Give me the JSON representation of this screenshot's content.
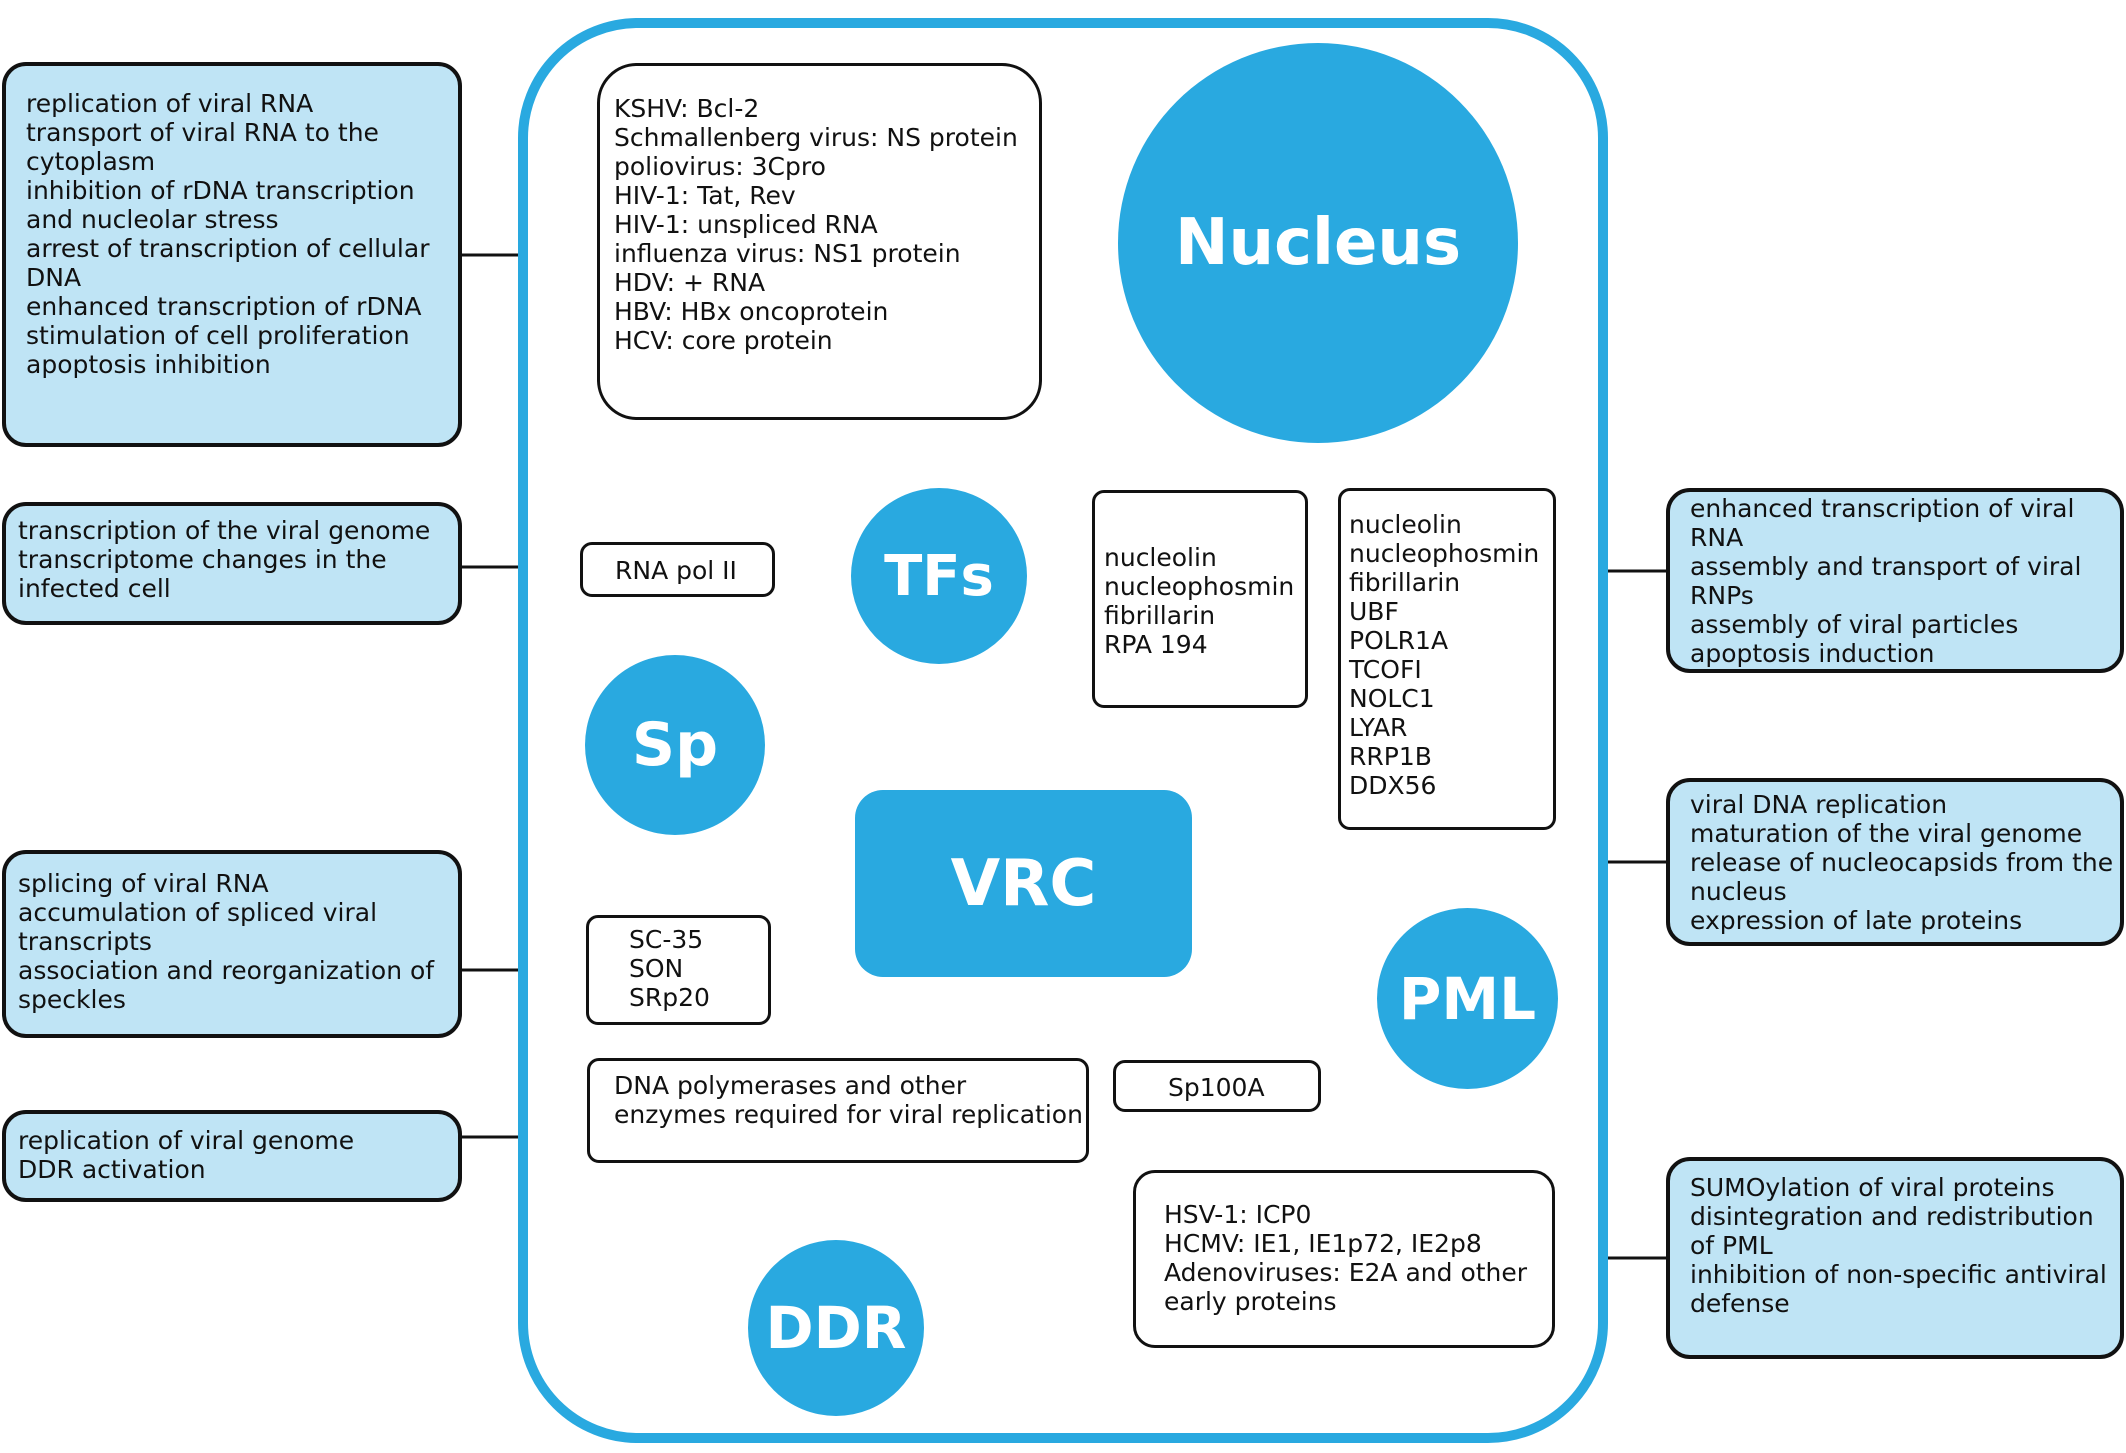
{
  "circles": {
    "nucleus": "Nucleus",
    "tfs": "TFs",
    "sp": "Sp",
    "pml": "PML",
    "ddr": "DDR"
  },
  "vrc": "VRC",
  "boxes": {
    "viral_factors": [
      "KSHV: Bcl-2",
      "Schmallenberg virus: NS protein",
      "poliovirus: 3Cpro",
      "HIV-1: Tat, Rev",
      "HIV-1: unspliced RNA",
      "influenza virus: NS1 protein",
      "HDV: + RNA",
      "HBV: HBx oncoprotein",
      "HCV: core protein"
    ],
    "rna_pol": "RNA pol II",
    "nucleolar_short": [
      "nucleolin",
      "nucleophosmin",
      "fibrillarin",
      "RPA 194"
    ],
    "nucleolar_long": [
      "nucleolin",
      "nucleophosmin",
      "fibrillarin",
      "UBF",
      "POLR1A",
      "TCOFI",
      "NOLC1",
      "LYAR",
      "RRP1B",
      "DDX56"
    ],
    "speckle_proteins": [
      "SC-35",
      "SON",
      "SRp20"
    ],
    "dna_pol": [
      "DNA polymerases and other",
      "enzymes required for viral replication"
    ],
    "sp100a": "Sp100A",
    "pml_viral": [
      "HSV-1: ICP0",
      "HCMV: IE1, IE1p72, IE2p8",
      "Adenoviruses: E2A and other",
      "early proteins"
    ]
  },
  "functions": {
    "left_1": [
      "replication of viral RNA",
      "transport of viral RNA to the",
      "cytoplasm",
      "inhibition of rDNA transcription",
      "and nucleolar stress",
      "arrest of transcription of cellular",
      "DNA",
      "enhanced transcription of rDNA",
      "stimulation of cell proliferation",
      "apoptosis inhibition"
    ],
    "left_2": [
      "transcription of the viral genome",
      "transcriptome changes in the",
      "infected cell"
    ],
    "left_3": [
      "splicing of viral RNA",
      "accumulation of spliced viral",
      "transcripts",
      "association and reorganization of",
      "speckles"
    ],
    "left_4": [
      "replication of viral genome",
      "DDR activation"
    ],
    "right_1": [
      "enhanced transcription of viral",
      "RNA",
      "assembly and transport of viral",
      "RNPs",
      "assembly of viral particles",
      "apoptosis induction"
    ],
    "right_2": [
      "viral DNA replication",
      "maturation of the viral genome",
      "release of nucleocapsids from the",
      "nucleus",
      "expression of late proteins"
    ],
    "right_3": [
      "SUMOylation of viral proteins",
      "disintegration and redistribution",
      "of PML",
      "inhibition of non-specific antiviral",
      "defense"
    ]
  },
  "colors": {
    "accent_blue": "#29a9e0",
    "light_blue": "#bfe4f5",
    "stroke": "#111111"
  }
}
